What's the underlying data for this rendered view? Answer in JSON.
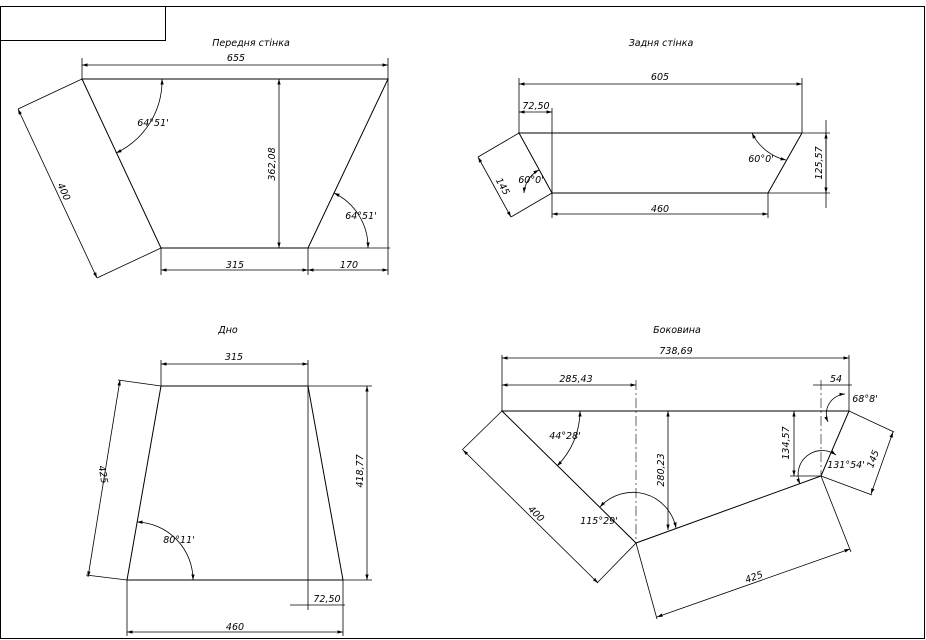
{
  "views": {
    "front": {
      "title": "Передня стінка",
      "width_top": "655",
      "height": "362,08",
      "side": "400",
      "angle_left": "64°51'",
      "angle_right": "64°51'",
      "bottom_mid": "315",
      "bottom_right": "170"
    },
    "back": {
      "title": "Задня стінка",
      "width_top": "605",
      "offset": "72,50",
      "angle_left": "60°0'",
      "side": "145",
      "bottom": "460",
      "angle_right": "60°0'",
      "height": "125,57"
    },
    "bottom": {
      "title": "Дно",
      "width_top": "315",
      "side": "425",
      "angle": "80°11'",
      "height": "418,77",
      "offset": "72,50",
      "width_bottom": "460"
    },
    "side": {
      "title": "Боковина",
      "overall": "738,69",
      "partial": "285,43",
      "small": "54",
      "angle_top_right": "68°8'",
      "angle_left": "44°28'",
      "height_mid": "280,23",
      "height_right": "134,57",
      "edge_right": "145",
      "angle_right": "131°54'",
      "edge_left": "400",
      "angle_bottom": "115°29'",
      "edge_bottom": "425"
    }
  }
}
